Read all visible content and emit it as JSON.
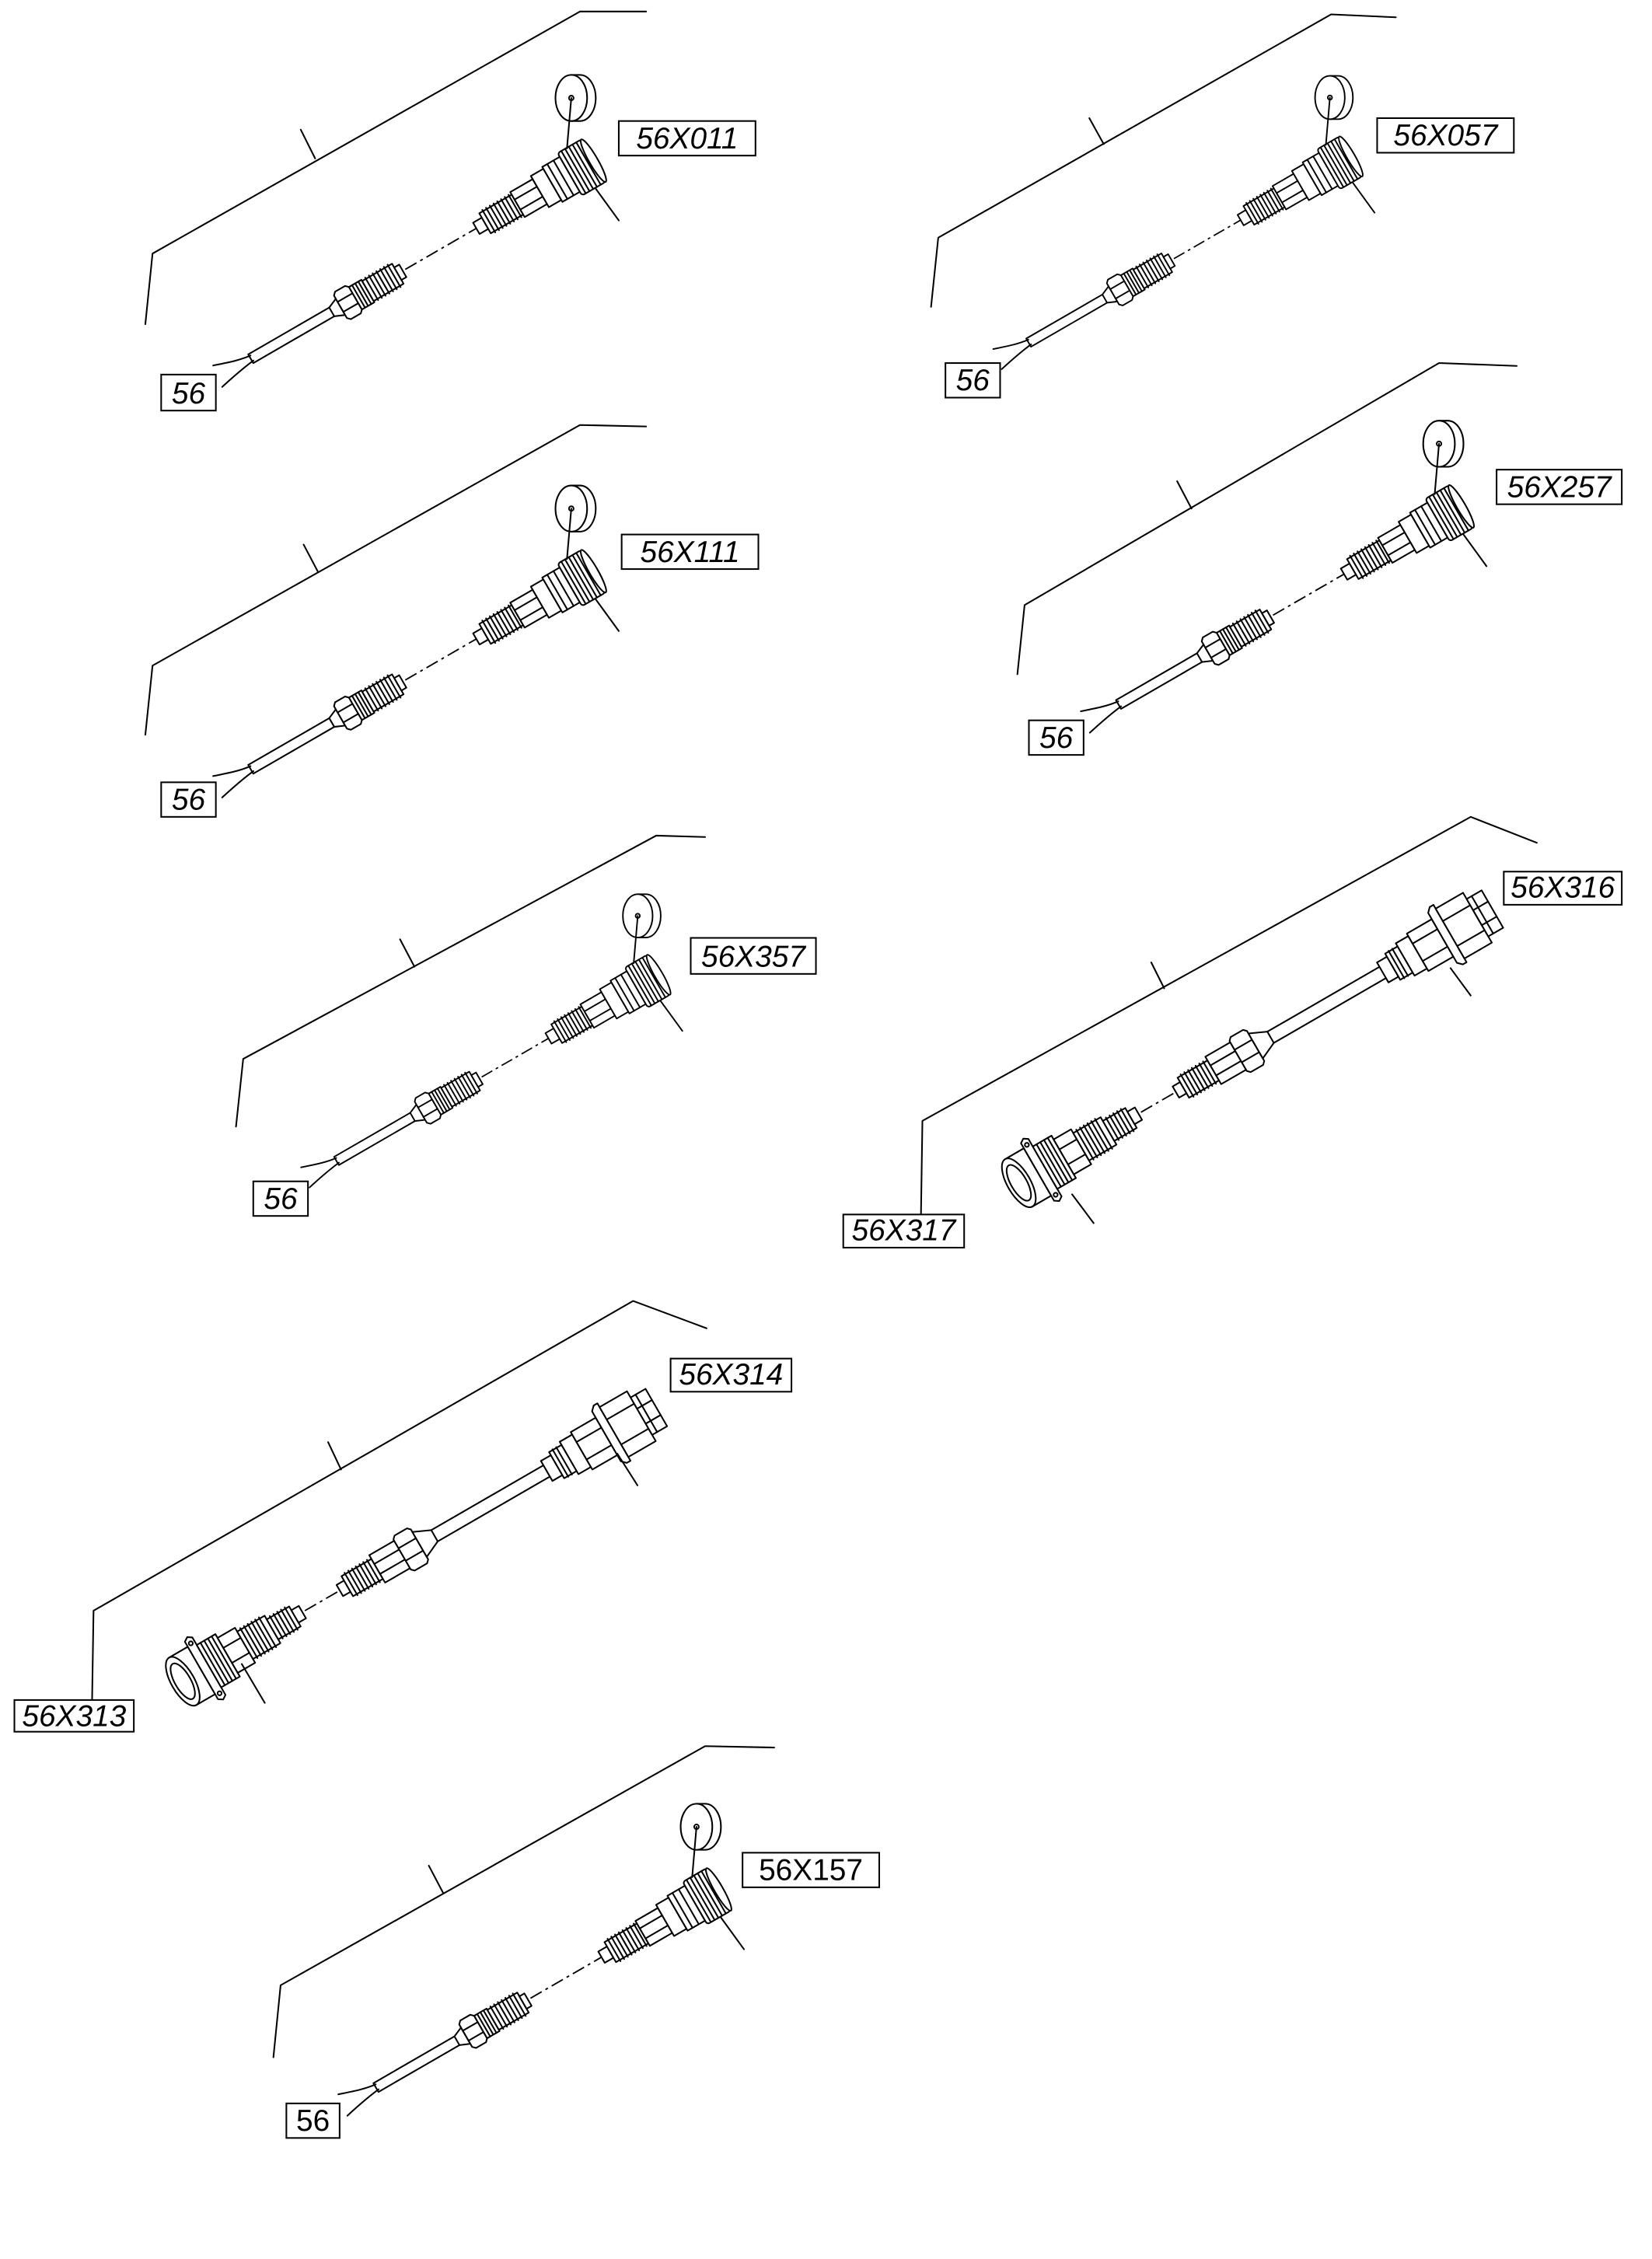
{
  "colors": {
    "line": "#000000",
    "background": "#ffffff"
  },
  "assemblies": [
    {
      "connector": "56X011",
      "harness": "56"
    },
    {
      "connector": "56X057",
      "harness": "56"
    },
    {
      "connector": "56X111",
      "harness": "56"
    },
    {
      "connector": "56X257",
      "harness": "56"
    },
    {
      "connector": "56X357",
      "harness": "56"
    },
    {
      "connector": "56X316",
      "harness": "56X317"
    },
    {
      "connector": "56X314",
      "harness": "56X313"
    },
    {
      "connector": "56X157",
      "harness": "56"
    }
  ]
}
